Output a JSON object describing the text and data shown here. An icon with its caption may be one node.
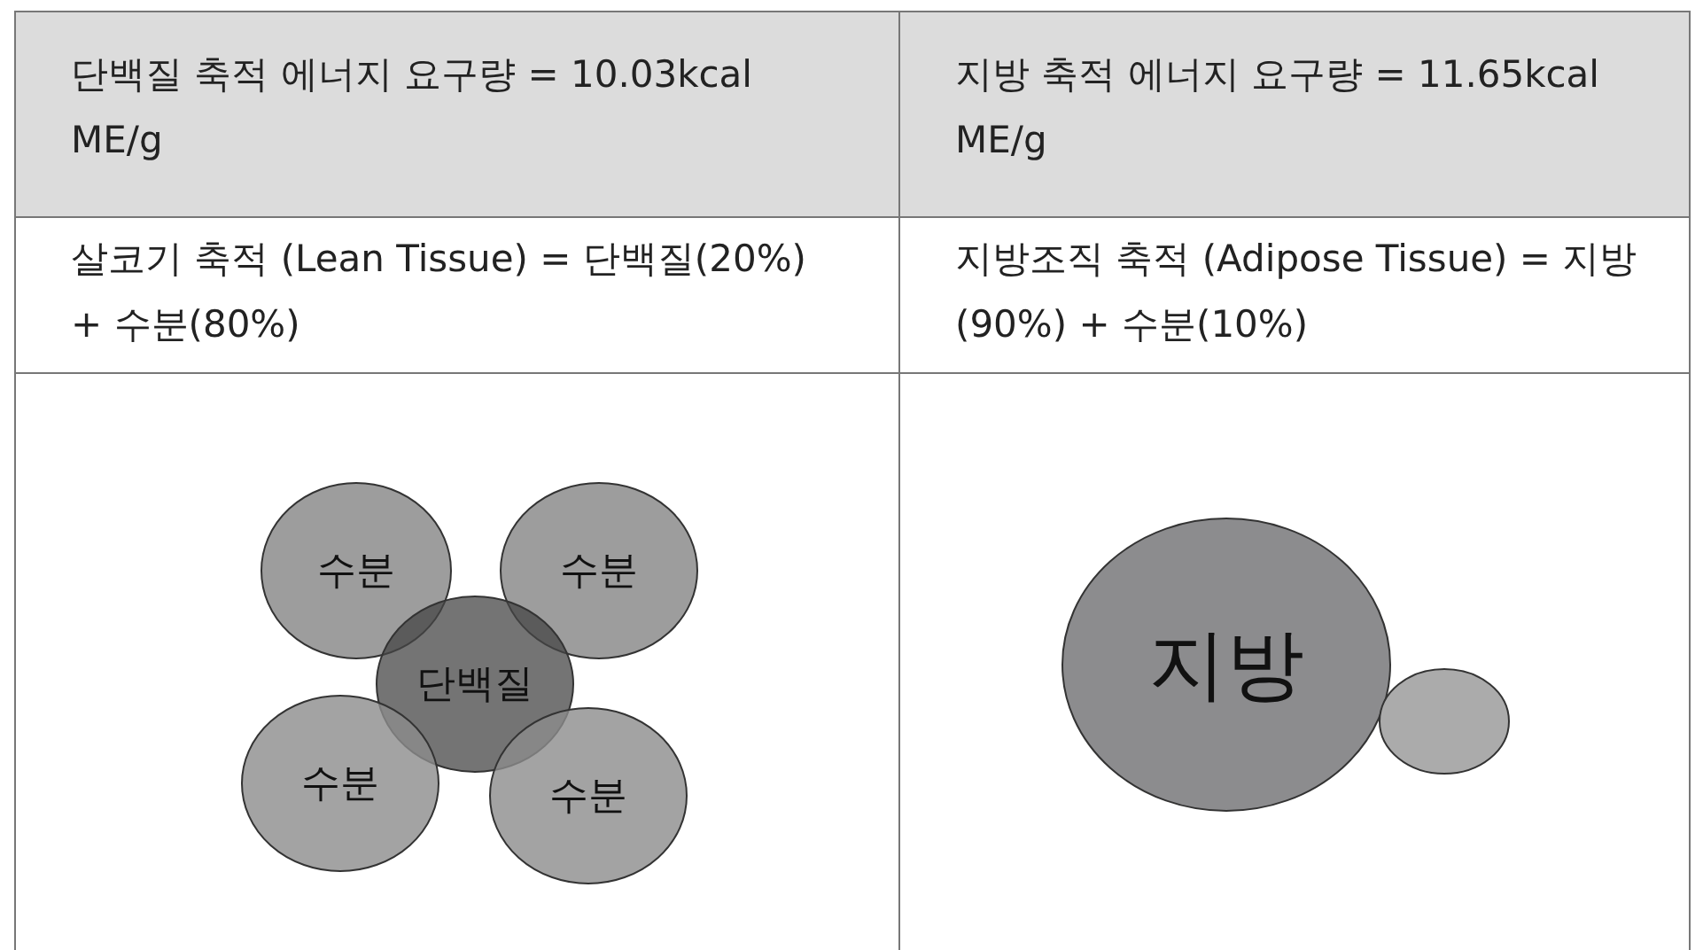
{
  "diagram": {
    "nodes": [
      {
        "text": [
          "수분"
        ]
      },
      {
        "text": [
          "수분"
        ]
      },
      {
        "text": [
          "단백질"
        ]
      },
      {
        "text": [
          "수분"
        ]
      },
      {
        "text": [
          "수분"
        ]
      },
      {
        "text": [
          "지방"
        ]
      },
      {
        "text": [],
        "shape": "circle"
      }
    ],
    "labels": [
      "단백질 축적 에너지 요구량 = 10.03kcal ME/g",
      "지방 축적 에너지 요구량 = 11.65kcal ME/g",
      "살코기 축적 (Lean Tissue) = 단백질(20%) + 수분(80%)",
      "지방조직 축적 (Adipose Tissue) = 지방(90%) + 수분(10%)"
    ]
  }
}
